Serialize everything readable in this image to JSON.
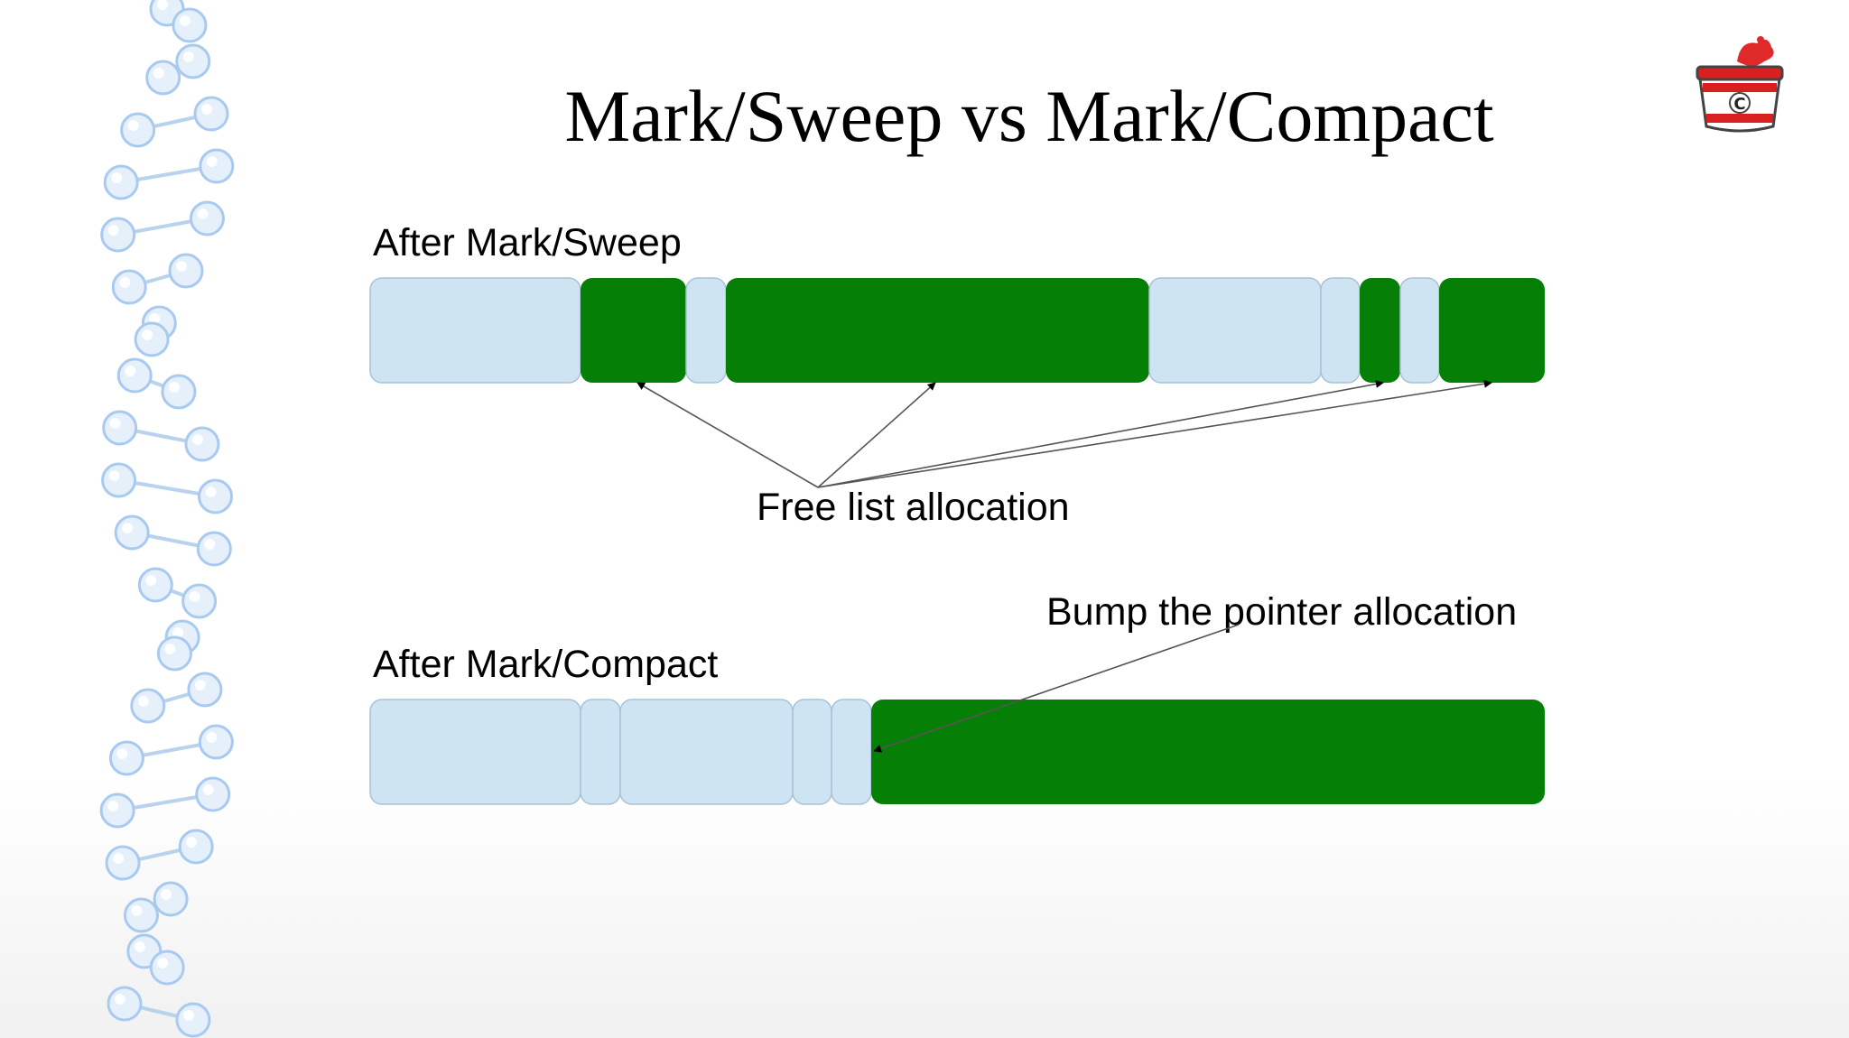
{
  "slide": {
    "title": "Mark/Sweep vs Mark/Compact",
    "sweep_label": "After Mark/Sweep",
    "compact_label": "After Mark/Compact",
    "free_list_label": "Free list allocation",
    "bump_label": "Bump the pointer allocation"
  },
  "logo": {
    "letter": "C"
  },
  "colors": {
    "free": "#cfe4f3",
    "free_border": "#a9c2d6",
    "live": "#067f06",
    "arrow": "#555555",
    "dna_atom": "#a9caf0"
  },
  "heap_rows": {
    "mark_sweep": [
      "free",
      "live",
      "free",
      "live",
      "free",
      "free",
      "live",
      "free",
      "live"
    ],
    "mark_compact": [
      "free",
      "free",
      "free",
      "free",
      "free",
      "live"
    ]
  }
}
